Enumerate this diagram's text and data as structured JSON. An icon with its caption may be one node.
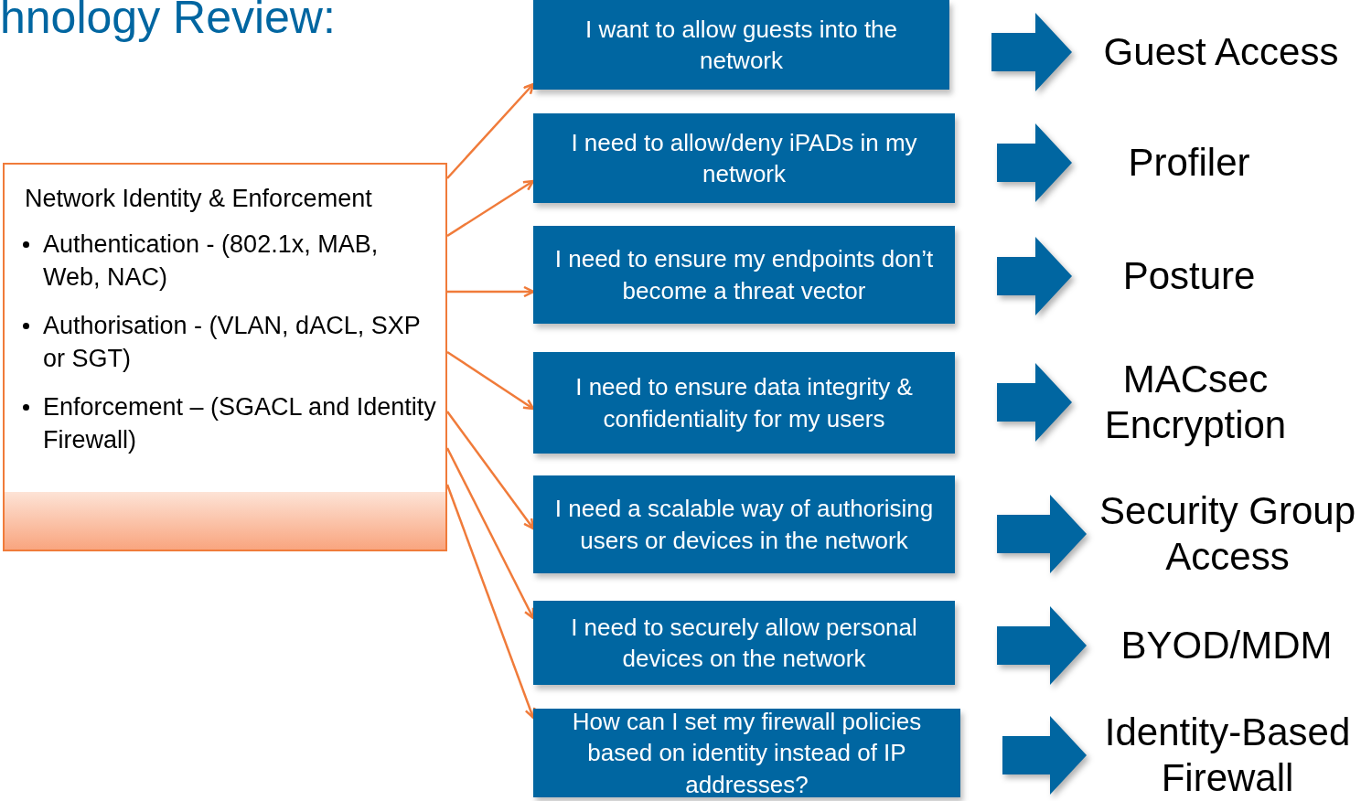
{
  "diagram": {
    "title": "hnology Review:",
    "nodes": [
      {
        "text": [
          "Network Identity & Enforcement",
          "Authentication - (802.1x, MAB, Web, NAC)",
          "Authorisation - (VLAN, dACL, SXP or SGT)",
          "Enforcement – (SGACL and Identity Firewall)"
        ]
      },
      {
        "text": [
          "I want to allow guests into the network"
        ]
      },
      {
        "text": [
          "I need to allow/deny iPADs in my network"
        ]
      },
      {
        "text": [
          "I need to ensure my endpoints don’t become a threat vector"
        ]
      },
      {
        "text": [
          "I need to ensure data integrity & confidentiality for my users"
        ]
      },
      {
        "text": [
          "I need a scalable way of authorising users or devices in the network"
        ]
      },
      {
        "text": [
          "I need to securely allow personal devices on the network"
        ]
      },
      {
        "text": [
          "How can I set my firewall policies based on identity instead of IP addresses?"
        ]
      },
      {
        "text": [
          "Guest Access"
        ]
      },
      {
        "text": [
          "Profiler"
        ]
      },
      {
        "text": [
          "Posture"
        ]
      },
      {
        "text": [
          "MACsec Encryption"
        ]
      },
      {
        "text": [
          "Security Group Access"
        ]
      },
      {
        "text": [
          "BYOD/MDM"
        ]
      },
      {
        "text": [
          "Identity-Based Firewall"
        ]
      }
    ],
    "edges": [
      {
        "from": 0,
        "to": 1,
        "arrow": "to"
      },
      {
        "from": 0,
        "to": 2,
        "arrow": "to"
      },
      {
        "from": 0,
        "to": 3,
        "arrow": "to"
      },
      {
        "from": 0,
        "to": 4,
        "arrow": "to"
      },
      {
        "from": 0,
        "to": 5,
        "arrow": "to"
      },
      {
        "from": 0,
        "to": 6,
        "arrow": "to"
      },
      {
        "from": 0,
        "to": 7,
        "arrow": "to"
      },
      {
        "from": 1,
        "to": 8,
        "arrow": "to",
        "style": "thick",
        "color": "#0066a1"
      },
      {
        "from": 2,
        "to": 9,
        "arrow": "to",
        "style": "thick",
        "color": "#0066a1"
      },
      {
        "from": 3,
        "to": 10,
        "arrow": "to",
        "style": "thick",
        "color": "#0066a1"
      },
      {
        "from": 4,
        "to": 11,
        "arrow": "to",
        "style": "thick",
        "color": "#0066a1"
      },
      {
        "from": 5,
        "to": 12,
        "arrow": "to",
        "style": "thick",
        "color": "#0066a1"
      },
      {
        "from": 6,
        "to": 13,
        "arrow": "to",
        "style": "thick",
        "color": "#0066a1"
      },
      {
        "from": 7,
        "to": 14,
        "arrow": "to",
        "style": "thick",
        "color": "#0066a1"
      }
    ]
  }
}
